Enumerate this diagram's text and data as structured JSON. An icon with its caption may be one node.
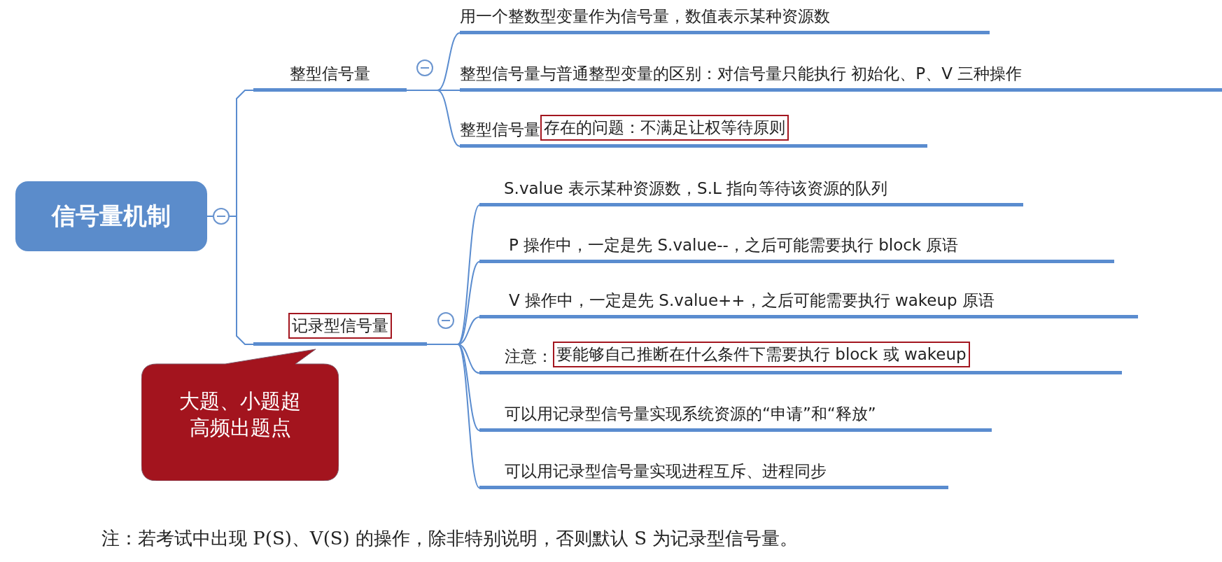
{
  "diagram": {
    "nodes": [
      {
        "text": [
          "信号量机制"
        ]
      },
      {
        "text": [
          "整型信号量"
        ]
      },
      {
        "text": [
          "用一个整数型变量作为信号量，数值表示某种资源数"
        ]
      },
      {
        "text": [
          "整型信号量与普通整型变量的区别：对信号量只能执行 初始化、P、V 三种操作"
        ]
      },
      {
        "text": [
          "整型信号量",
          "存在的问题：不满足让权等待原则"
        ]
      },
      {
        "text": [
          "记录型信号量"
        ]
      },
      {
        "text": [
          "S.value 表示某种资源数，S.L 指向等待该资源的队列"
        ]
      },
      {
        "text": [
          "P 操作中，一定是先 S.value--，之后可能需要执行 block 原语"
        ]
      },
      {
        "text": [
          "V 操作中，一定是先 S.value++，之后可能需要执行 wakeup 原语"
        ]
      },
      {
        "text": [
          "注意：",
          "要能够自己推断在什么条件下需要执行 block 或 wakeup"
        ]
      },
      {
        "text": [
          "可以用记录型信号量实现系统资源的“申请”和“释放”"
        ]
      },
      {
        "text": [
          "可以用记录型信号量实现进程互斥、进程同步"
        ]
      },
      {
        "text": [
          "大题、小题超高频出题点"
        ]
      }
    ],
    "edges": [
      {
        "from": 0,
        "to": 1,
        "arrow": "none"
      },
      {
        "from": 0,
        "to": 5,
        "arrow": "none"
      },
      {
        "from": 1,
        "to": 2,
        "arrow": "none"
      },
      {
        "from": 1,
        "to": 3,
        "arrow": "none"
      },
      {
        "from": 1,
        "to": 4,
        "arrow": "none"
      },
      {
        "from": 5,
        "to": 6,
        "arrow": "none"
      },
      {
        "from": 5,
        "to": 7,
        "arrow": "none"
      },
      {
        "from": 5,
        "to": 8,
        "arrow": "none"
      },
      {
        "from": 5,
        "to": 9,
        "arrow": "none"
      },
      {
        "from": 5,
        "to": 10,
        "arrow": "none"
      },
      {
        "from": 5,
        "to": 11,
        "arrow": "none"
      }
    ],
    "labels": [
      "注：若考试中出现 P(S)、V(S) 的操作，除非特别说明，否则默认 S 为记录型信号量。"
    ]
  }
}
